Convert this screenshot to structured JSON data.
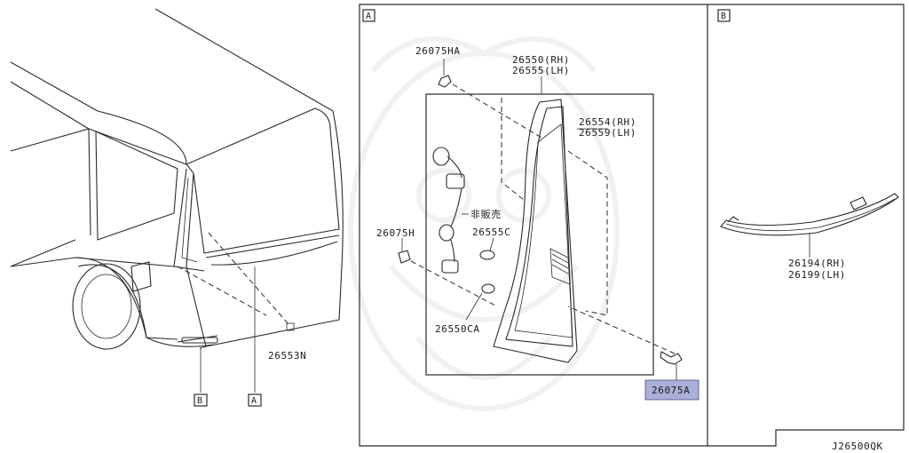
{
  "sections": {
    "a_tag": "A",
    "b_tag": "B"
  },
  "vehicle_callouts": {
    "b_tag": "B",
    "a_tag": "A",
    "part_26553n": "26553N"
  },
  "section_a_parts": {
    "p26075ha": "26075HA",
    "p26550_rh": "26550(RH)",
    "p26555_lh": "26555(LH)",
    "p26554_rh": "26554(RH)",
    "p26559_lh": "26559(LH)",
    "not_for_sale": "非販売",
    "p26555c": "26555C",
    "p26075h": "26075H",
    "p26550ca": "26550CA",
    "p26075a": "26075A"
  },
  "section_b_parts": {
    "p26194_rh": "26194(RH)",
    "p26199_lh": "26199(LH)"
  },
  "highlight": {
    "part": "26075A",
    "color": "#aab0d9"
  },
  "diagram_code": "J26500QK"
}
